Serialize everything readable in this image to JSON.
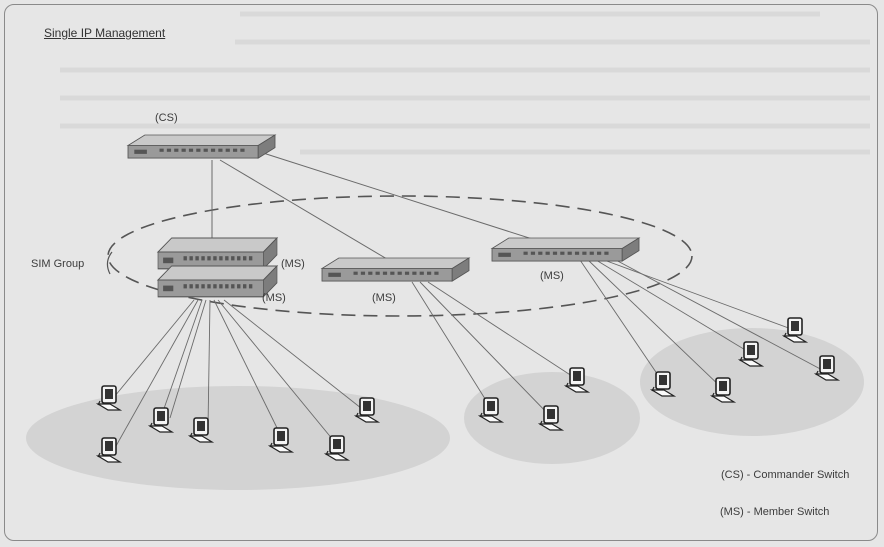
{
  "diagram": {
    "title": "Single IP Management",
    "group_label": "SIM Group",
    "switch_labels": {
      "commander": "(CS)",
      "member_a": "(MS)",
      "member_b": "(MS)",
      "member_c": "(MS)",
      "member_d": "(MS)"
    },
    "legend": {
      "cs": "(CS) - Commander Switch",
      "ms": "(MS) - Member Switch"
    }
  },
  "colors": {
    "background": "#e6e6e6",
    "ellipse_fill": "#d3d3d3",
    "line": "#6b6b6b",
    "switch_body": "#9a9a9a"
  }
}
